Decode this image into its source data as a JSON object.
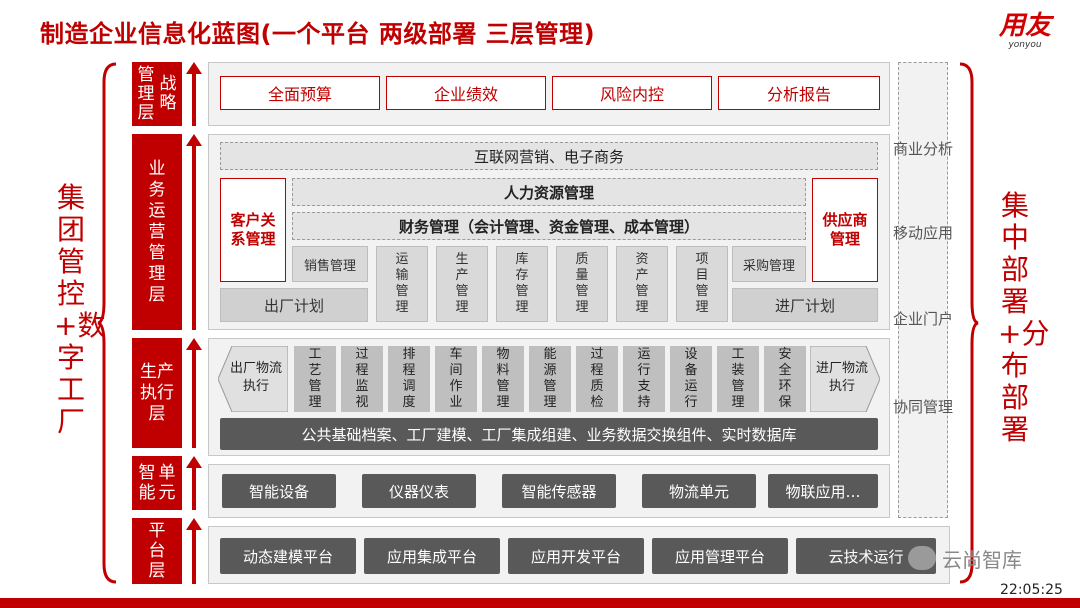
{
  "title": "制造企业信息化蓝图(一个平台 两级部署 三层管理)",
  "logo": {
    "cn": "用友",
    "en": "yonyou"
  },
  "left_label": "集团管控+数字工厂",
  "right_label": "集中部署+分布部署",
  "layers": {
    "strategy": {
      "label_a": "管理层",
      "label_b": "战略",
      "items": [
        "全面预算",
        "企业绩效",
        "风险内控",
        "分析报告"
      ]
    },
    "operation": {
      "label": "业务运营管理层",
      "top_bar": "互联网营销、电子商务",
      "hr": "人力资源管理",
      "finance": "财务管理（会计管理、资金管理、成本管理）",
      "crm": "客户关系管理",
      "scm": "供应商管理",
      "sales": "销售管理",
      "purchase": "采购管理",
      "outbound_plan": "出厂计划",
      "inbound_plan": "进厂计划",
      "modules": [
        "运输管理",
        "生产管理",
        "库存管理",
        "质量管理",
        "资产管理",
        "项目管理"
      ]
    },
    "execution": {
      "label": "生产执行层",
      "out_logistics": "出厂物流执行",
      "in_logistics": "进厂物流执行",
      "modules": [
        "工艺管理",
        "过程监视",
        "排程调度",
        "车间作业",
        "物料管理",
        "能源管理",
        "过程质检",
        "运行支持",
        "设备运行",
        "工装管理",
        "安全环保"
      ],
      "base_bar": "公共基础档案、工厂建模、工厂集成组建、业务数据交换组件、实时数据库"
    },
    "smart": {
      "label_a": "智能",
      "label_b": "单元",
      "items": [
        "智能设备",
        "仪器仪表",
        "智能传感器",
        "物流单元",
        "物联应用…"
      ]
    },
    "platform": {
      "label": "平台层",
      "items": [
        "动态建模平台",
        "应用集成平台",
        "应用开发平台",
        "应用管理平台",
        "云技术运行"
      ]
    }
  },
  "right_column": [
    "商业分析",
    "移动应用",
    "企业门户",
    "协同管理"
  ],
  "watermark": "云尚智库",
  "timestamp": "22:05:25",
  "colors": {
    "accent": "#c00000",
    "dark": "#595959"
  }
}
